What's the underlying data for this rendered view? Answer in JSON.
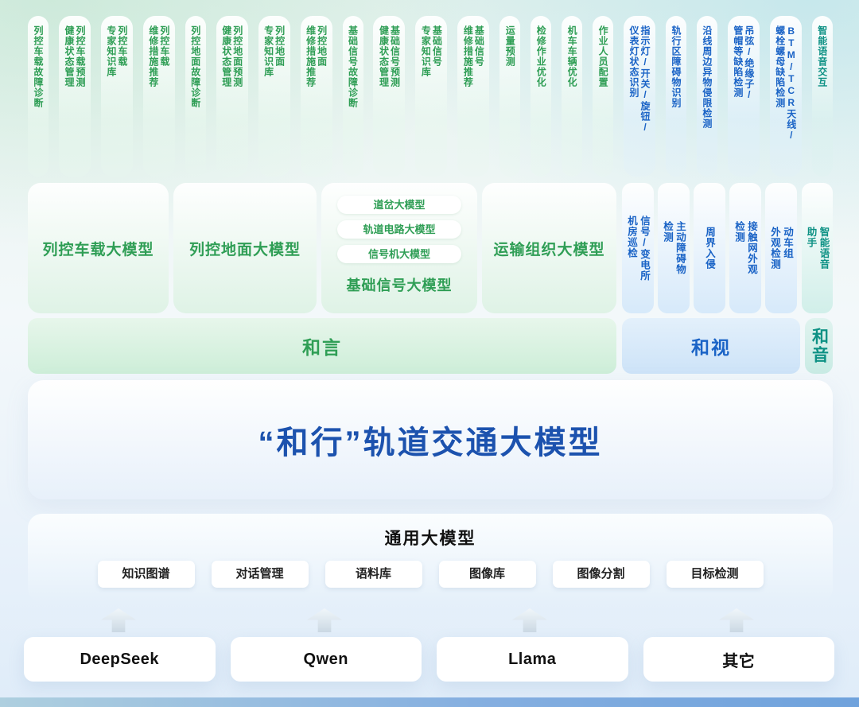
{
  "colors": {
    "green": "#2f9e55",
    "blue": "#1a63c6",
    "teal": "#0d9184",
    "title_blue": "#1c52ae"
  },
  "app_pills": [
    {
      "text": "列控车载故障诊断",
      "tone": "green"
    },
    {
      "text": "列控车载预测\n健康状态管理",
      "tone": "green"
    },
    {
      "text": "列控车载\n专家知识库",
      "tone": "green"
    },
    {
      "text": "列控车载\n维修措施推荐",
      "tone": "green"
    },
    {
      "text": "列控地面故障诊断",
      "tone": "green"
    },
    {
      "text": "列控地面预测\n健康状态管理",
      "tone": "green"
    },
    {
      "text": "列控地面\n专家知识库",
      "tone": "green"
    },
    {
      "text": "列控地面\n维修措施推荐",
      "tone": "green"
    },
    {
      "text": "基础信号故障诊断",
      "tone": "green"
    },
    {
      "text": "基础信号预测\n健康状态管理",
      "tone": "green"
    },
    {
      "text": "基础信号\n专家知识库",
      "tone": "green"
    },
    {
      "text": "基础信号\n维修措施推荐",
      "tone": "green"
    },
    {
      "text": "运量预测",
      "tone": "green"
    },
    {
      "text": "检修作业优化",
      "tone": "green"
    },
    {
      "text": "机车车辆优化",
      "tone": "green"
    },
    {
      "text": "作业人员配置",
      "tone": "green"
    },
    {
      "text": "指示灯/开关/旋钮/\n仪表灯状态识别",
      "tone": "blue"
    },
    {
      "text": "轨行区障碍物识别",
      "tone": "blue"
    },
    {
      "text": "沿线周边异物侵限检测",
      "tone": "blue"
    },
    {
      "text": "吊弦/绝缘子/\n管帽等缺陷检测",
      "tone": "blue"
    },
    {
      "text": "BTM/TCR天线/\n螺栓螺母缺陷检测",
      "tone": "blue"
    },
    {
      "text": "智能语音交互",
      "tone": "teal"
    }
  ],
  "model_row": {
    "green_models": [
      {
        "label": "列控车载大模型"
      },
      {
        "label": "列控地面大模型"
      },
      {
        "label": "基础信号大模型",
        "sub_models": [
          "道岔大模型",
          "轨道电路大模型",
          "信号机大模型"
        ]
      },
      {
        "label": "运输组织大模型"
      }
    ],
    "blue_models": [
      {
        "text": "信号/变电所\n机房巡检"
      },
      {
        "text": "主动障碍物\n检测"
      },
      {
        "text": "周界入侵"
      },
      {
        "text": "接触网外观\n检测"
      },
      {
        "text": "动车组\n外观检测"
      }
    ],
    "teal_model": {
      "text": "智能语音\n助手"
    }
  },
  "layers": {
    "language": "和言",
    "vision": "和视",
    "audio": "和音"
  },
  "core": {
    "title": "“和行”轨道交通大模型"
  },
  "general": {
    "title": "通用大模型",
    "capabilities": [
      "知识图谱",
      "对话管理",
      "语料库",
      "图像库",
      "图像分割",
      "目标检测"
    ]
  },
  "base_models": [
    "DeepSeek",
    "Qwen",
    "Llama",
    "其它"
  ]
}
